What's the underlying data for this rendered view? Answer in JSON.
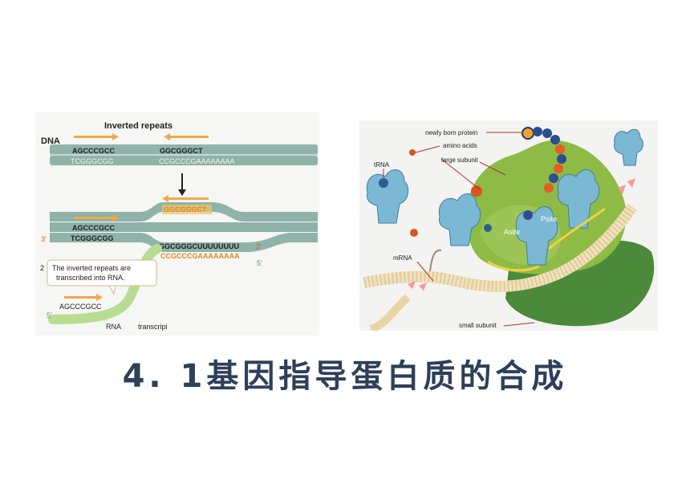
{
  "slide": {
    "title": "4. 1基因指导蛋白质的合成"
  },
  "left_diagram": {
    "inverted_repeats_label": "Inverted repeats",
    "dna_label": "DNA",
    "top_strand_seq1": "AGCCCGCC",
    "top_strand_seq2": "GGCGGGCT",
    "bottom_strand_seq1": "TCGGGCGG",
    "bottom_strand_seq2": "CCGCCCGAAAAAAAA",
    "separated_top_seq": "GGCGGGCT",
    "mid_top_seq": "AGCCCGCC",
    "mid_bottom_seq": "TCGGGCGG",
    "three_prime_left": "3'",
    "transcript_seq": "GGCGGGCUUUUUUUU",
    "three_prime_right": "3'",
    "template_seq": "CCGCCCGAAAAAAAA",
    "five_prime_right": "5'",
    "step_number": "2",
    "callout_text_line1": "The  inverted  repeats  are",
    "callout_text_line2": "transcribed  into  RNA.",
    "rna_seq": "AGCCCGCC",
    "five_prime_rna": "5'",
    "rna_label": "RNA",
    "transcript_label": "transcripi"
  },
  "right_diagram": {
    "newly_born_protein_label": "newly born protein",
    "amino_acids_label": "amino acids",
    "large_subunit_label": "large subunit",
    "trna_label": "tRNA",
    "asite_label": "Asite",
    "psite_label": "Psite",
    "mrna_label": "mRNA",
    "small_subunit_label": "small subunit"
  },
  "colors": {
    "dna_strand": "#8fb3a8",
    "arrow_orange": "#f0a84a",
    "ribosome_green": "#8dbb45",
    "small_subunit_green": "#4a8a3a",
    "title_navy": "#2e3f59"
  }
}
